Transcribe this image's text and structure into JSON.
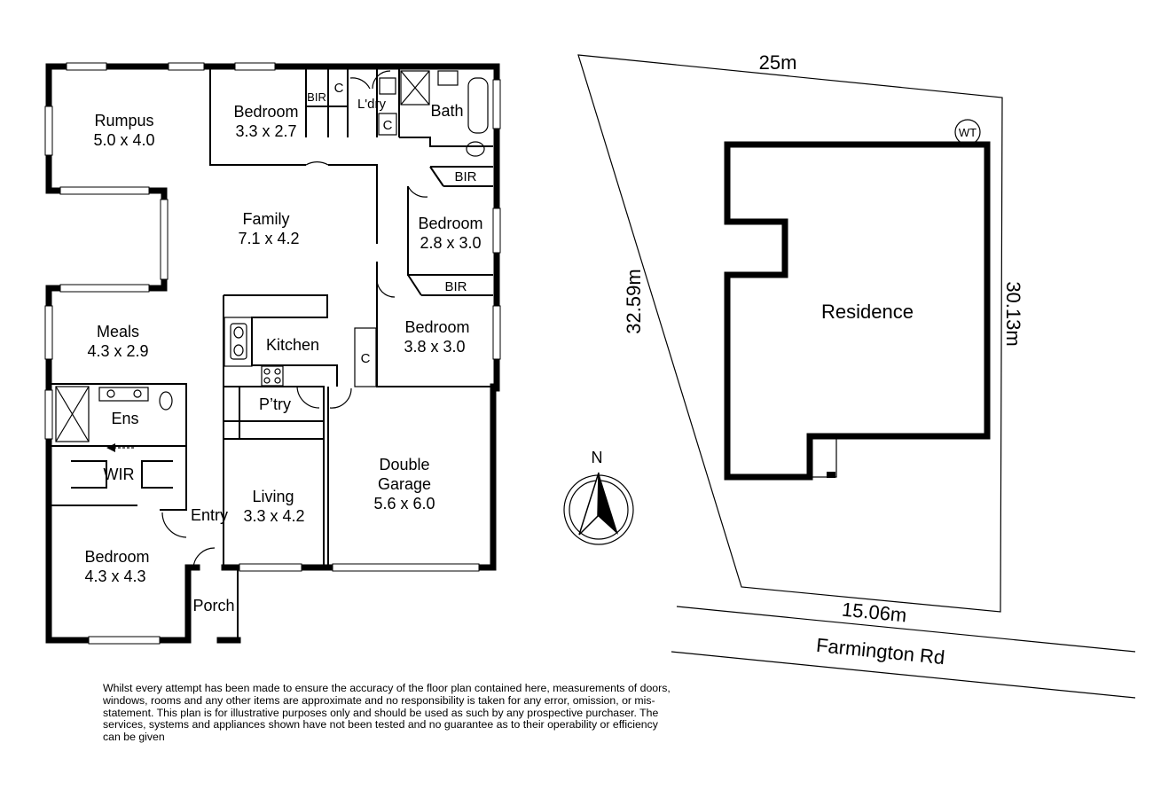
{
  "floor_plan": {
    "rooms": {
      "rumpus": {
        "name": "Rumpus",
        "size": "5.0 x 4.0"
      },
      "bedroom_1": {
        "name": "Bedroom",
        "size": "3.3 x 2.7"
      },
      "bir_1": {
        "name": "BIR"
      },
      "laundry": {
        "name": "L'dry"
      },
      "linen_1": {
        "name": "C"
      },
      "linen_2": {
        "name": "C"
      },
      "bath": {
        "name": "Bath"
      },
      "bir_2": {
        "name": "BIR"
      },
      "bedroom_2": {
        "name": "Bedroom",
        "size": "2.8 x 3.0"
      },
      "bir_3": {
        "name": "BIR"
      },
      "family": {
        "name": "Family",
        "size": "7.1 x 4.2"
      },
      "meals": {
        "name": "Meals",
        "size": "4.3 x 2.9"
      },
      "kitchen": {
        "name": "Kitchen"
      },
      "closet": {
        "name": "C"
      },
      "bedroom_3": {
        "name": "Bedroom",
        "size": "3.8 x 3.0"
      },
      "pantry": {
        "name": "P’try"
      },
      "ensuite": {
        "name": "Ens"
      },
      "wir": {
        "name": "WIR"
      },
      "garage": {
        "name_line1": "Double",
        "name_line2": "Garage",
        "size": "5.6 x 6.0"
      },
      "living": {
        "name": "Living",
        "size": "3.3 x 4.2"
      },
      "entry": {
        "name": "Entry"
      },
      "master_bedroom": {
        "name": "Bedroom",
        "size": "4.3 x 4.3"
      },
      "porch": {
        "name": "Porch"
      }
    }
  },
  "site_plan": {
    "top_boundary": "25m",
    "left_boundary": "32.59m",
    "right_boundary": "30.13m",
    "bottom_boundary": "15.06m",
    "building_label": "Residence",
    "water_tank": "WT",
    "street": "Farmington Rd",
    "north": "N"
  },
  "disclaimer": "Whilst every attempt has been made to ensure the accuracy of the floor plan contained here, measurements of doors, windows, rooms and any other items are approximate and no responsibility is taken for any error, omission, or mis-statement.  This plan is for illustrative purposes only and should be used as such by any prospective purchaser.  The services, systems and appliances shown have not been tested and no guarantee as to their operability or efficiency can be given"
}
